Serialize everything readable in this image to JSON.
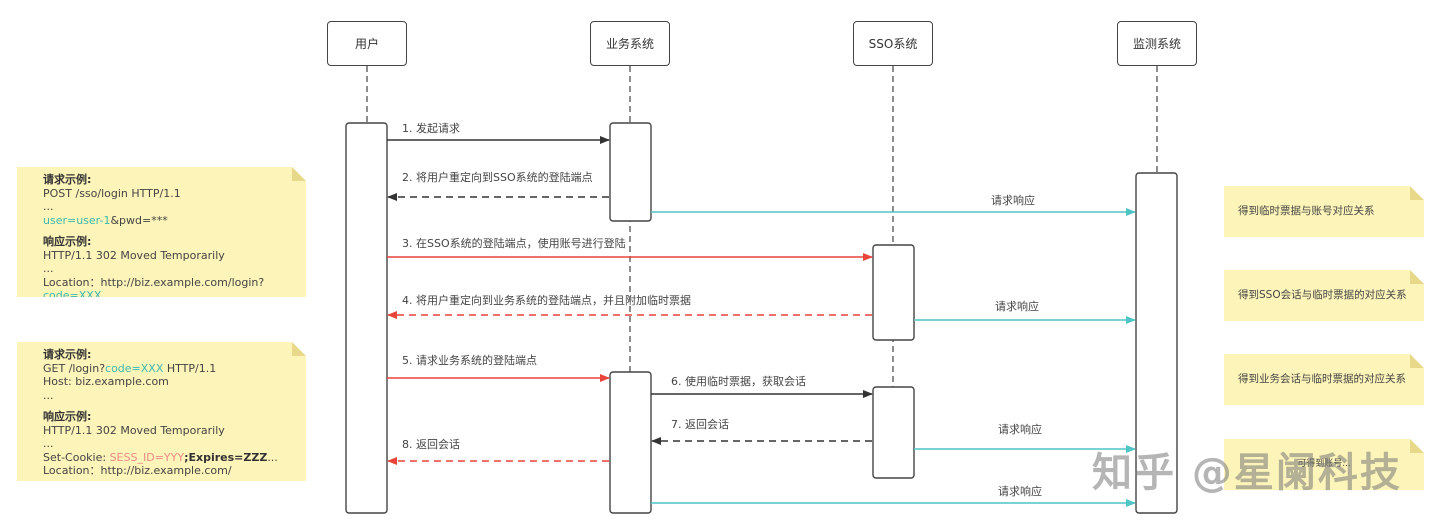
{
  "participants": [
    {
      "id": "user",
      "label": "用户"
    },
    {
      "id": "biz",
      "label": "业务系统"
    },
    {
      "id": "sso",
      "label": "SSO系统"
    },
    {
      "id": "monitor",
      "label": "监测系统"
    }
  ],
  "messages": [
    {
      "label": "1. 发起请求",
      "from": "user",
      "to": "biz",
      "style": "solid",
      "color": "#333333"
    },
    {
      "label": "2. 将用户重定向到SSO系统的登陆端点",
      "from": "biz",
      "to": "user",
      "style": "dashed",
      "color": "#333333"
    },
    {
      "label": "请求响应",
      "from": "biz",
      "to": "monitor",
      "style": "solid",
      "color": "#4fc4c4"
    },
    {
      "label": "3. 在SSO系统的登陆端点，使用账号进行登陆",
      "from": "user",
      "to": "sso",
      "style": "solid",
      "color": "#e8443a"
    },
    {
      "label": "4. 将用户重定向到业务系统的登陆端点，并且附加临时票据",
      "from": "sso",
      "to": "user",
      "style": "dashed",
      "color": "#e8443a"
    },
    {
      "label": "请求响应",
      "from": "sso",
      "to": "monitor",
      "style": "solid",
      "color": "#4fc4c4"
    },
    {
      "label": "5. 请求业务系统的登陆端点",
      "from": "user",
      "to": "biz",
      "style": "solid",
      "color": "#e8443a"
    },
    {
      "label": "6. 使用临时票据，获取会话",
      "from": "biz",
      "to": "sso",
      "style": "solid",
      "color": "#333333"
    },
    {
      "label": "7. 返回会话",
      "from": "sso",
      "to": "biz",
      "style": "dashed",
      "color": "#333333"
    },
    {
      "label": "请求响应",
      "from": "sso",
      "to": "monitor",
      "style": "solid",
      "color": "#4fc4c4"
    },
    {
      "label": "8. 返回会话",
      "from": "biz",
      "to": "user",
      "style": "dashed",
      "color": "#e8443a"
    },
    {
      "label": "请求响应",
      "from": "biz",
      "to": "monitor",
      "style": "solid",
      "color": "#4fc4c4"
    }
  ],
  "notes_left": [
    {
      "request_heading": "请求示例:",
      "request_line": "POST /sso/login HTTP/1.1",
      "ellipsis1": "...",
      "body_teal": "user=user-1",
      "body_rest": "&pwd=***",
      "response_heading": "响应示例:",
      "status_line": "HTTP/1.1 302 Moved Temporarily",
      "ellipsis2": "...",
      "location_prefix": "Location：http://biz.example.com/login?",
      "location_teal": "code=XXX"
    },
    {
      "request_heading": "请求示例:",
      "request_prefix": "GET /login?",
      "request_teal": "code=XXX",
      "request_suffix": " HTTP/1.1",
      "host_line": "Host: biz.example.com",
      "ellipsis1": "...",
      "response_heading": "响应示例:",
      "status_line": "HTTP/1.1 302 Moved Temporarily",
      "ellipsis2": "...",
      "cookie_prefix": "Set-Cookie: ",
      "cookie_pink": "SESS_ID=YYY",
      "cookie_bold": ";Expires=ZZZ",
      "cookie_suffix": "...",
      "location_line": "Location：http://biz.example.com/"
    }
  ],
  "notes_right": [
    {
      "text": "得到临时票据与账号对应关系"
    },
    {
      "text": "得到SSO会话与临时票据的对应关系"
    },
    {
      "text": "得到业务会话与临时票据的对应关系"
    },
    {
      "text": "可得到账号..."
    }
  ],
  "watermark": "知乎 @星阑科技",
  "colors": {
    "note_bg": "#fcf4b8",
    "teal": "#4fc4c4",
    "red": "#e8443a",
    "dark": "#333333"
  }
}
